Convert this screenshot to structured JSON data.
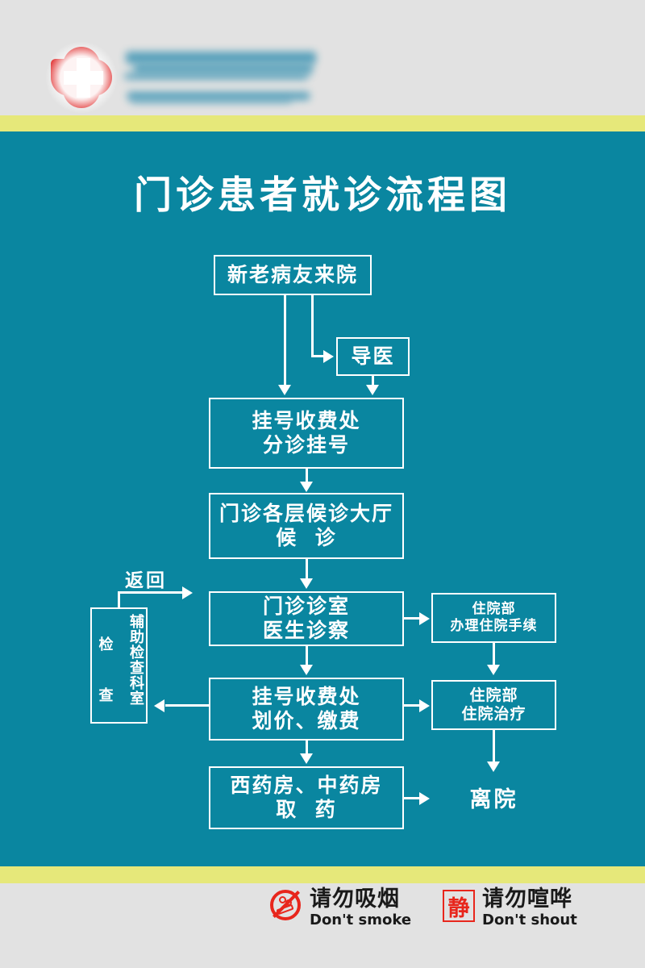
{
  "header": {
    "logo_name": "red-cross-flower-logo",
    "hospital_name_redacted": "",
    "hospital_name_en_redacted": ""
  },
  "title": "门诊患者就诊流程图",
  "colors": {
    "teal": "#0a86a0",
    "accent_yellow": "#e6e87a",
    "header_gray": "#e2e2e2",
    "red": "#e8261c",
    "white": "#ffffff"
  },
  "flow": {
    "arrive": {
      "line1": "新老病友来院"
    },
    "guide": {
      "line1": "导医"
    },
    "registration": {
      "line1": "挂号收费处",
      "line2": "分诊挂号"
    },
    "waiting": {
      "line1": "门诊各层候诊大厅",
      "line2": "候  诊"
    },
    "clinic": {
      "line1": "门诊诊室",
      "line2": "医生诊察"
    },
    "payment": {
      "line1": "挂号收费处",
      "line2": "划价、缴费"
    },
    "pharmacy": {
      "line1": "西药房、中药房",
      "line2": "取  药"
    },
    "aux_exam": {
      "col_right": "辅助检查科室",
      "col_left": "检  查"
    },
    "return_label": "返回",
    "admission": {
      "line1": "住院部",
      "line2": "办理住院手续"
    },
    "inpatient": {
      "line1": "住院部",
      "line2": "住院治疗"
    },
    "discharge": {
      "line1": "离院"
    }
  },
  "footer": {
    "notices": [
      {
        "icon": "no-smoking-icon",
        "cn": "请勿吸烟",
        "en": "Don't smoke"
      },
      {
        "icon": "no-shouting-icon",
        "glyph": "静",
        "cn": "请勿喧哗",
        "en": "Don't shout"
      }
    ]
  }
}
